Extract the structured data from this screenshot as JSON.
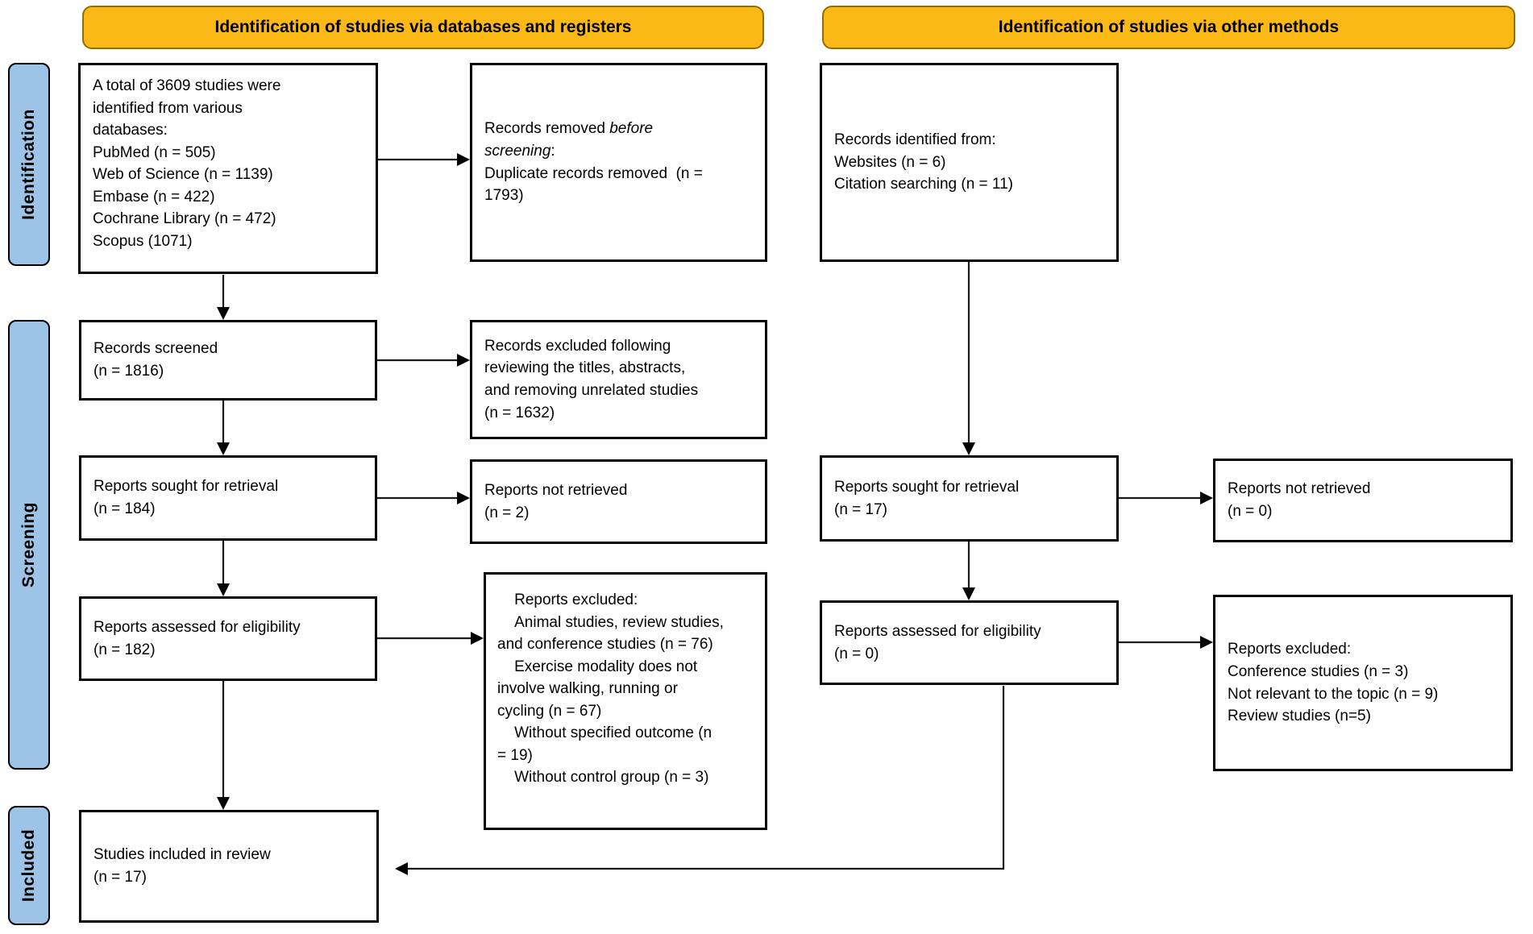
{
  "diagram": {
    "headers": {
      "databases": "Identification of studies via databases and registers",
      "other": "Identification of studies via other methods"
    },
    "stages": {
      "identification": "Identification",
      "screening": "Screening",
      "included": "Included"
    },
    "colors": {
      "header_fill": "#FBB917",
      "header_border": "#936E00",
      "stage_fill": "#9DC3E6",
      "box_border": "#000000"
    },
    "boxes": {
      "identified_db": "A total of 3609 studies were\nidentified from various\ndatabases:\nPubMed (n = 505)\nWeb of Science (n = 1139)\nEmbase (n = 422)\nCochrane Library (n = 472)\nScopus (1071)",
      "removed_before": {
        "pre": "Records removed ",
        "italic": "before\nscreening",
        "post": ":\nDuplicate records removed  (n =\n1793)"
      },
      "identified_other": "Records identified from:\nWebsites (n = 6)\nCitation searching (n = 11)",
      "screened": "Records screened\n(n = 1816)",
      "excluded_screening": "Records excluded following\nreviewing the titles, abstracts,\nand removing unrelated studies\n(n = 1632)",
      "sought_db": "Reports sought for retrieval\n(n = 184)",
      "not_retrieved_db": "Reports not retrieved\n(n = 2)",
      "sought_other": "Reports sought for retrieval\n(n = 17)",
      "not_retrieved_other": "Reports not retrieved\n(n = 0)",
      "assessed_db": "Reports assessed for eligibility\n(n = 182)",
      "excluded_db": "    Reports excluded:\n    Animal studies, review studies,\nand conference studies (n = 76)\n    Exercise modality does not\ninvolve walking, running or\ncycling (n = 67)\n    Without specified outcome (n\n= 19)\n    Without control group (n = 3)",
      "assessed_other": "Reports assessed for eligibility\n(n = 0)",
      "excluded_other": "Reports excluded:\nConference studies (n = 3)\nNot relevant to the topic (n = 9)\nReview studies (n=5)",
      "included_review": "Studies included in review\n(n = 17)"
    }
  }
}
